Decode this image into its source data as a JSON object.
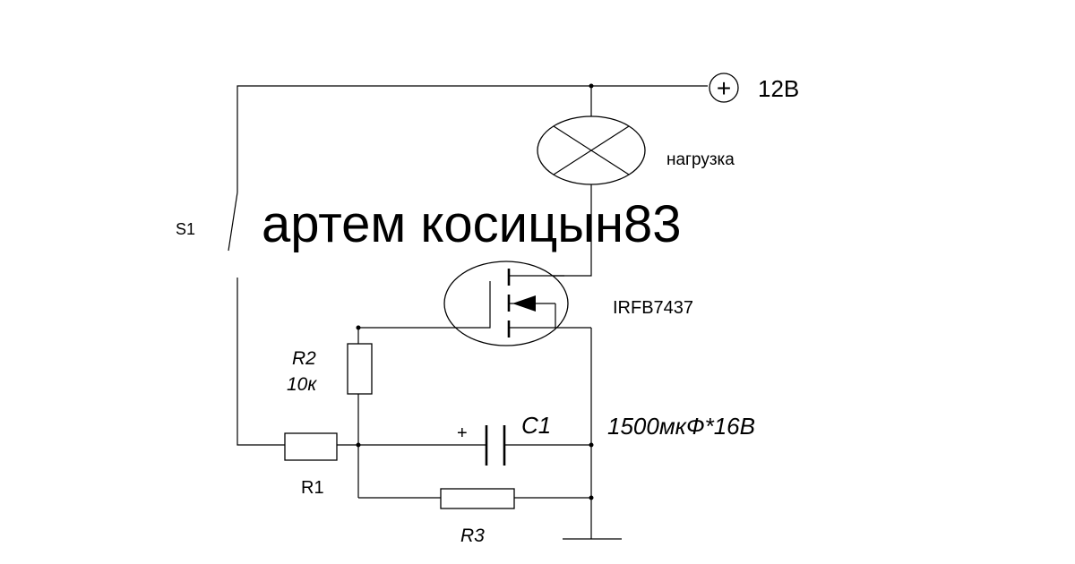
{
  "labels": {
    "supply": "12В",
    "plus_sign": "+",
    "load": "нагрузка",
    "switch": "S1",
    "transistor": "IRFB7437",
    "r2_name": "R2",
    "r2_value": "10к",
    "r1": "R1",
    "c1_name": "C1",
    "c1_value": "1500мкФ*16В",
    "c1_polarity": "+",
    "r3": "R3"
  },
  "watermark": {
    "text": "артем косицын83",
    "color": "#22d8e0"
  },
  "colors": {
    "line": "#000000",
    "background": "#ffffff"
  }
}
